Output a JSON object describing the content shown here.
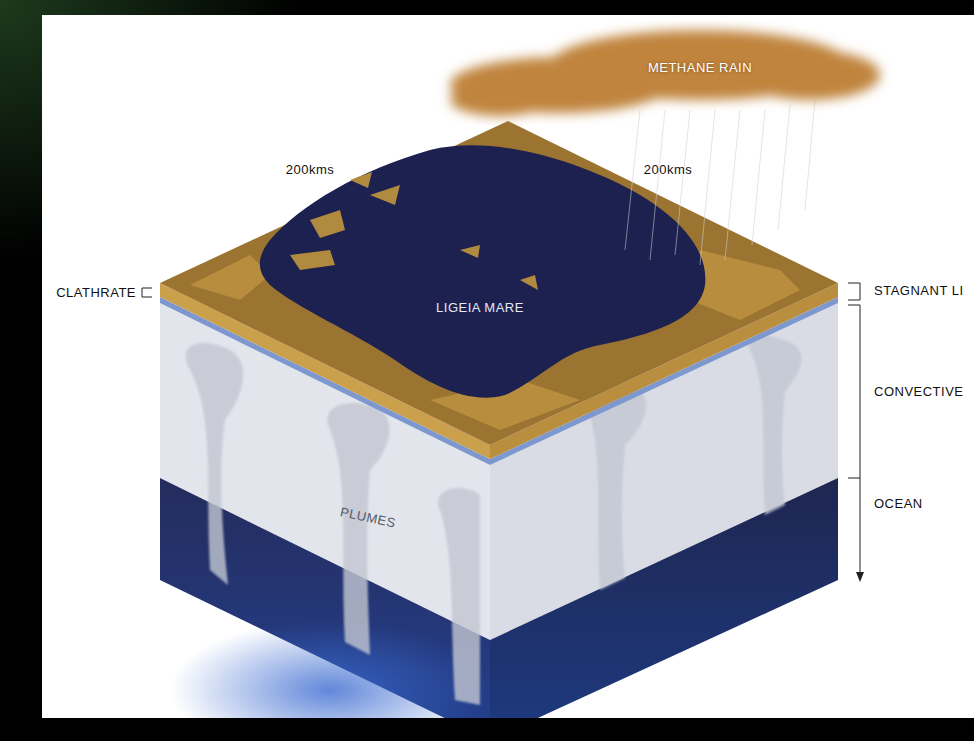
{
  "diagram": {
    "labels": [
      "METHANE RAIN",
      "200kms",
      "200kms",
      "CLATHRATE",
      "LIGEIA MARE",
      "STAGNANT LI",
      "CONVECTIVE",
      "PLUMES",
      "OCEAN"
    ]
  }
}
